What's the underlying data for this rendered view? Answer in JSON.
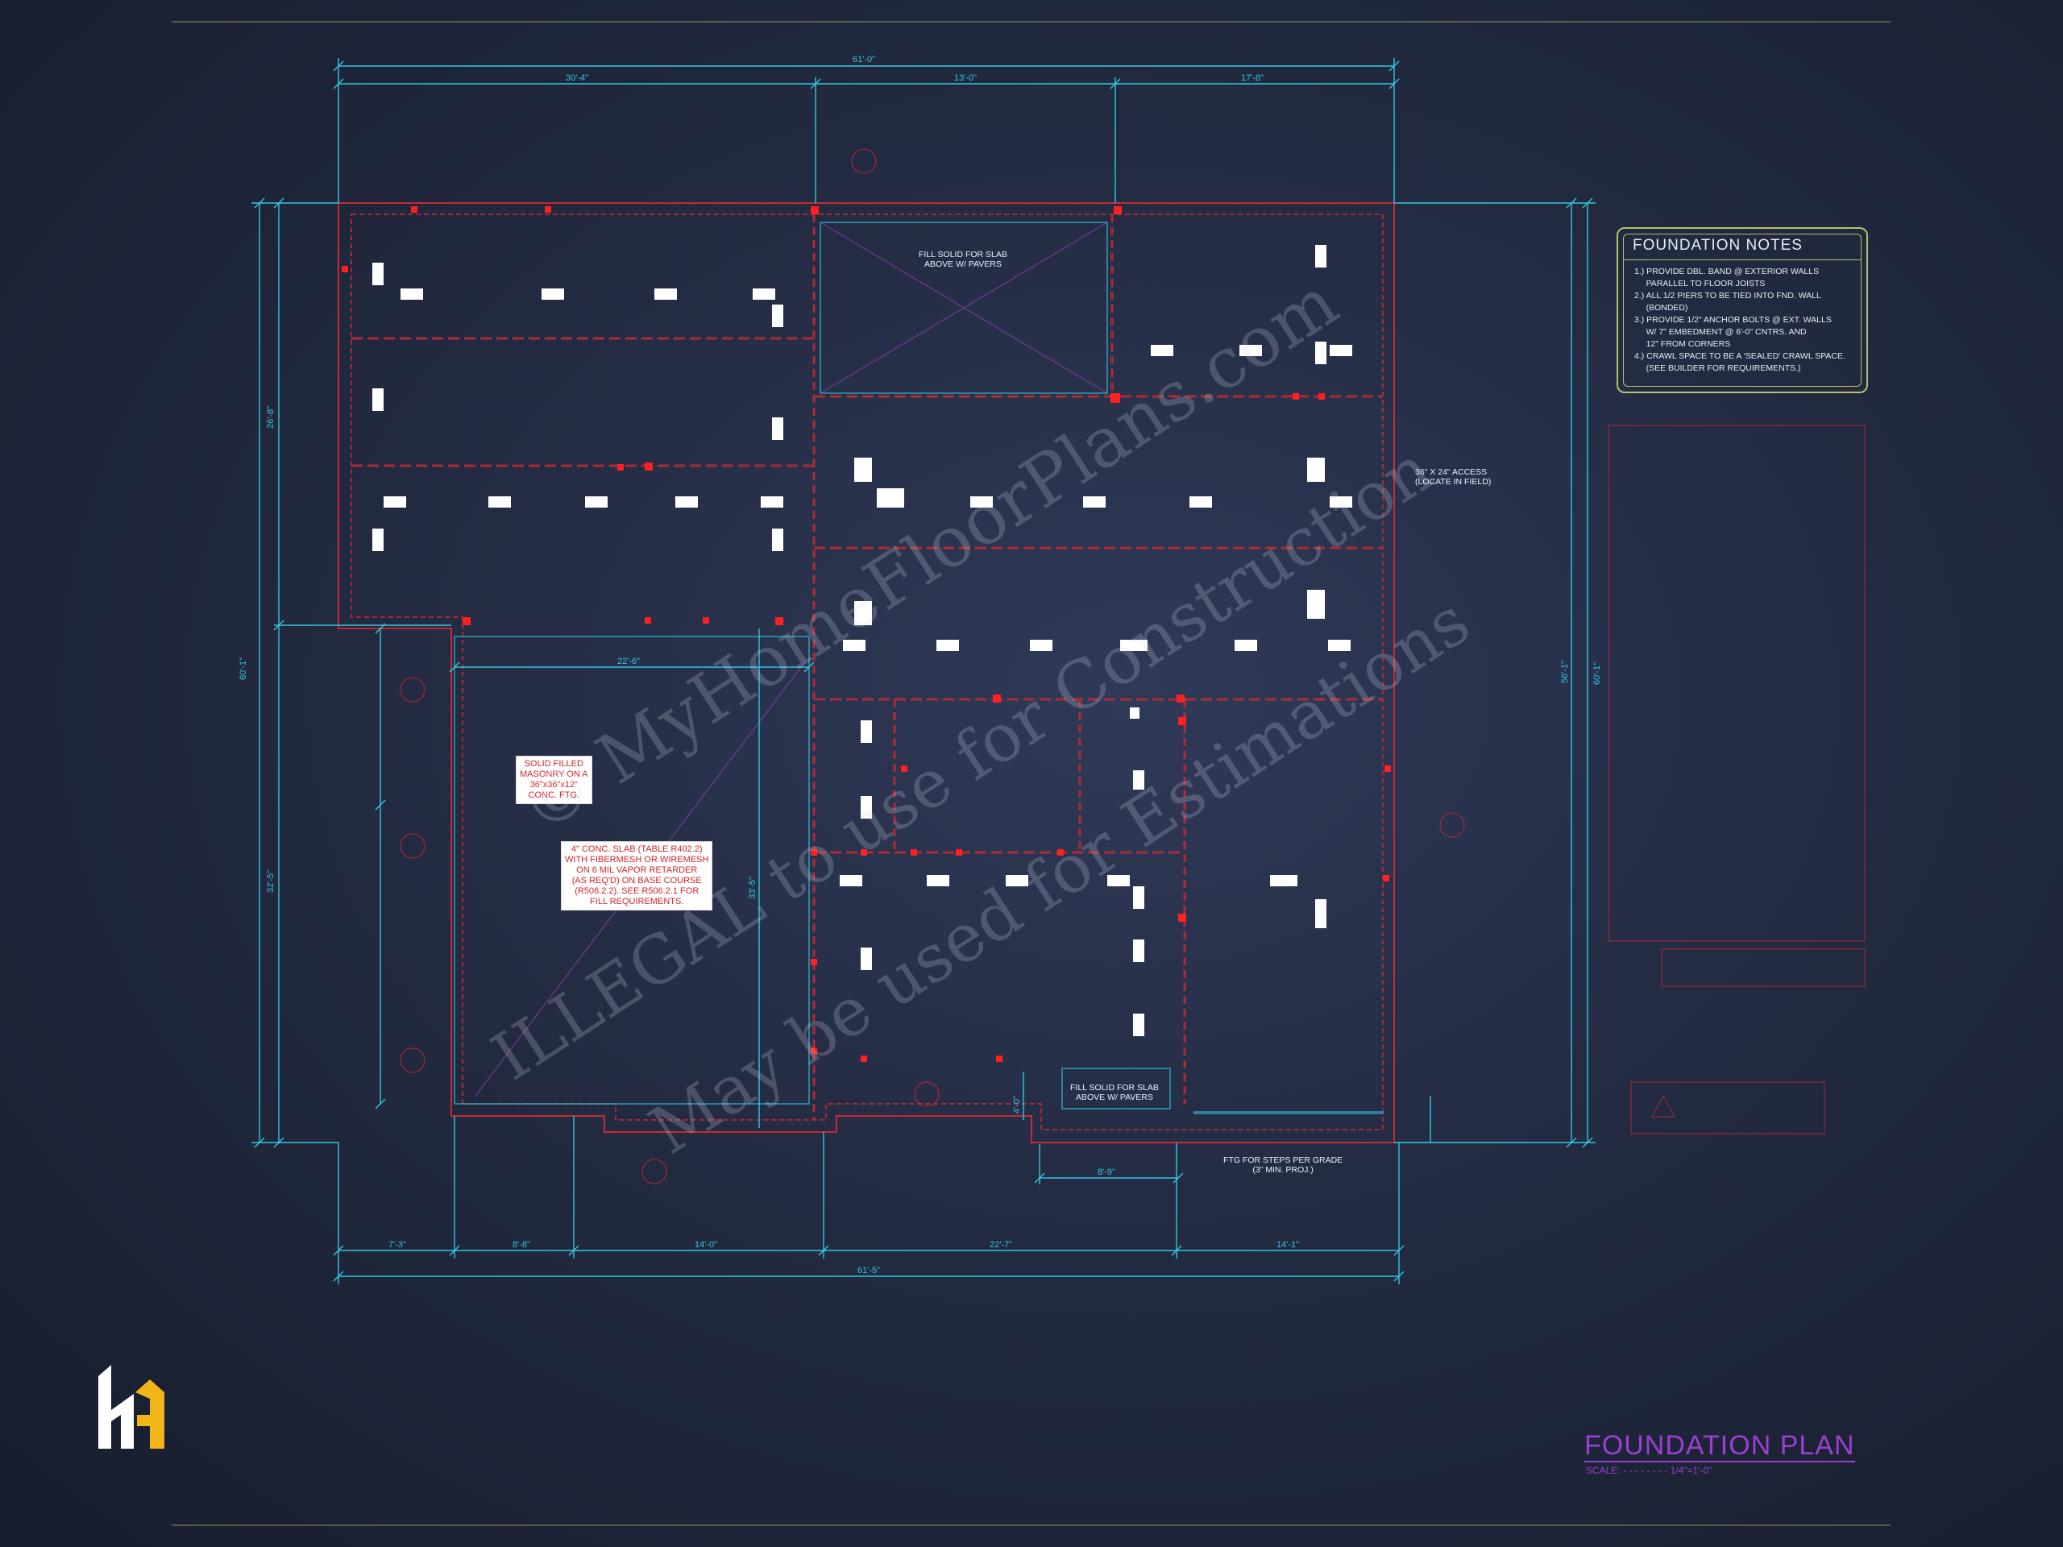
{
  "drawing": {
    "title": "FOUNDATION PLAN",
    "scale_label": "SCALE: - - - - - - - - 1/4\"=1'-0\""
  },
  "dimensions": {
    "top_overall": "61'-0\"",
    "top_1": "30'-4\"",
    "top_2": "13'-0\"",
    "top_3": "17'-8\"",
    "bottom_overall": "61'-5\"",
    "bottom_1": "7'-3\"",
    "bottom_2": "8'-8\"",
    "bottom_3": "14'-0\"",
    "bottom_4": "22'-7\"",
    "bottom_5": "14'-1\"",
    "left_overall": "60'-1\"",
    "left_1": "26'-8\"",
    "left_2": "32'-5\"",
    "right_overall": "60'-1\"",
    "right_1": "56'-1\"",
    "slab_width": "22'-6\"",
    "slab_depth": "33'-5\"",
    "step_width": "8'-9\"",
    "porch_depth": "4'-0\""
  },
  "labels": {
    "fill_solid_top": "FILL SOLID FOR SLAB\nABOVE W/ PAVERS",
    "fill_solid_bottom": "FILL SOLID FOR SLAB\nABOVE W/ PAVERS",
    "access": "36\" X 24\" ACCESS\n(LOCATE IN FIELD)",
    "steps": "FTG FOR STEPS PER GRADE\n(3\" MIN. PROJ.)",
    "masonry": "SOLID FILLED\nMASONRY ON A\n36\"x36\"x12\"\nCONC. FTG.",
    "slab": "4\" CONC. SLAB (TABLE R402.2)\nWITH FIBERMESH OR WIREMESH\nON 6 MIL VAPOR RETARDER\n(AS REQ'D) ON BASE COURSE\n(R506.2.2). SEE R506.2.1 FOR\nFILL REQUIREMENTS."
  },
  "notes": {
    "title": "FOUNDATION NOTES",
    "items": [
      "1.) PROVIDE DBL. BAND @ EXTERIOR WALLS\n     PARALLEL TO FLOOR JOISTS",
      "2.) ALL 1/2 PIERS TO BE TIED INTO FND. WALL\n     (BONDED)",
      "3.) PROVIDE 1/2\" ANCHOR BOLTS @ EXT. WALLS\n     W/ 7\" EMBEDMENT @ 6'-0\" CNTRS. AND\n     12\" FROM CORNERS",
      "4.) CRAWL SPACE TO BE A 'SEALED' CRAWL SPACE.\n     (SEE BUILDER FOR REQUIREMENTS.)"
    ]
  },
  "watermark": {
    "line1": "© MyHomeFloorPlans.com",
    "line2": "ILLEGAL to use for Construction",
    "line3": "May be used for Estimations"
  },
  "colors": {
    "background": "#232b42",
    "dimension_cyan": "#32c7e0",
    "structure_red": "#d4242a",
    "notes_border": "#b7c06a",
    "title_purple": "#9a3fd0",
    "logo_yellow": "#f2b519"
  },
  "icons": {
    "logo": "house-h-logo-icon"
  }
}
